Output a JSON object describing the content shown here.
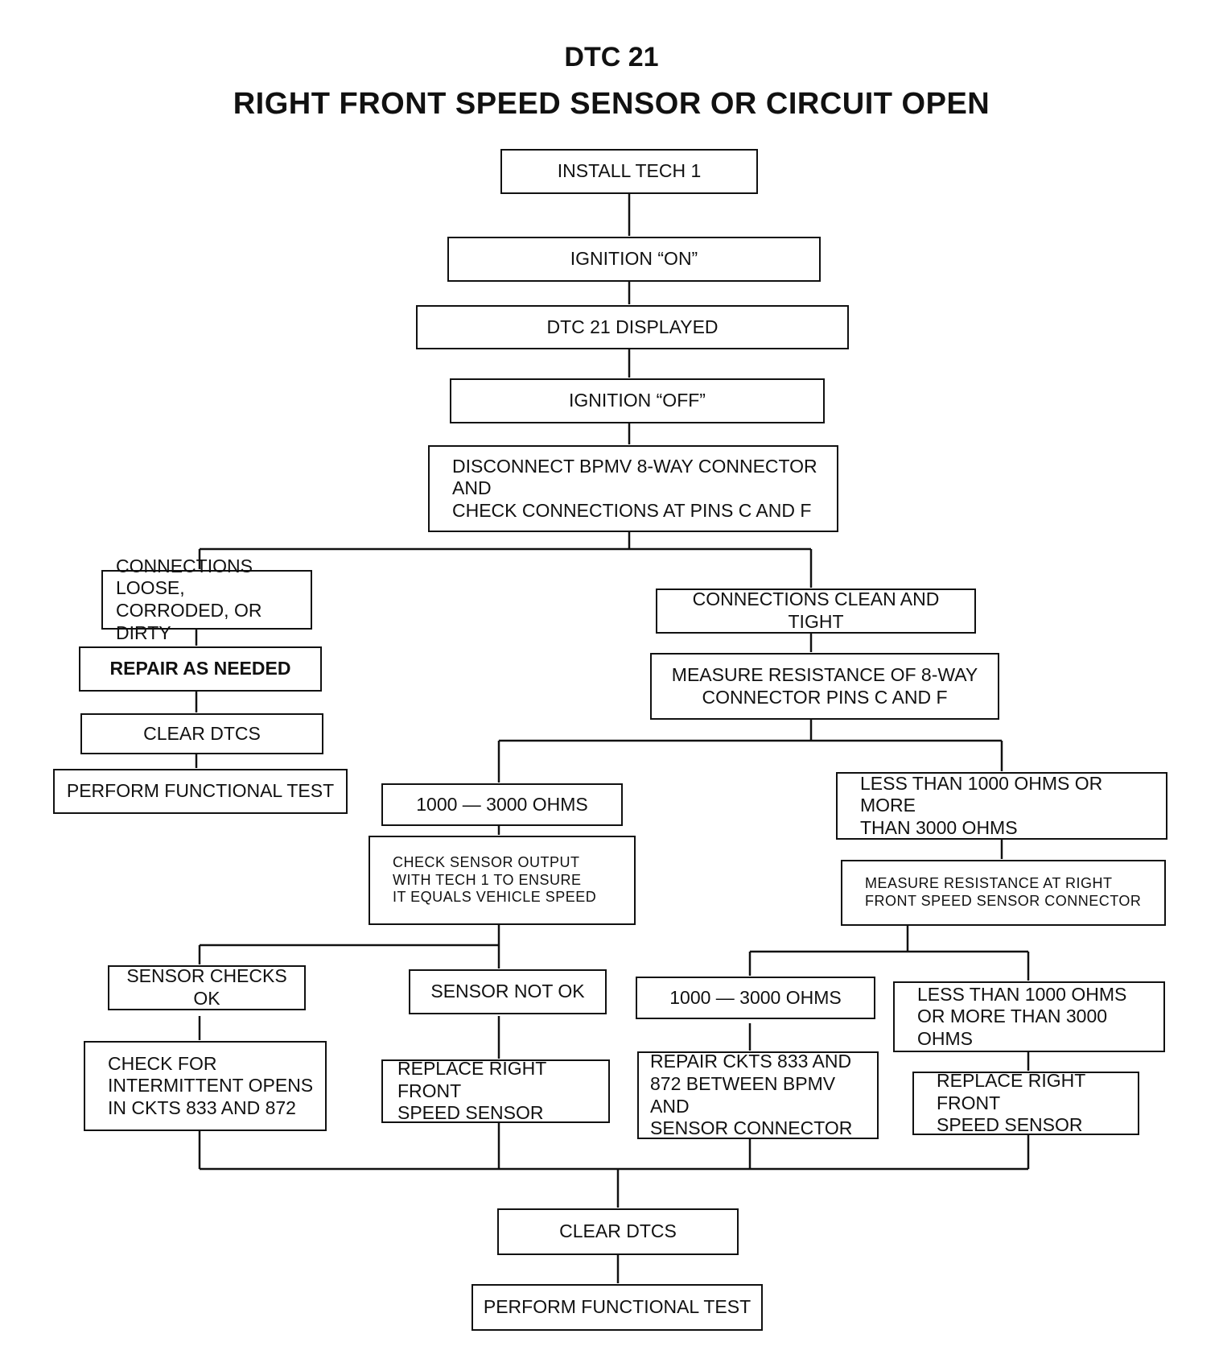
{
  "title": "DTC 21",
  "subtitle": "RIGHT FRONT SPEED SENSOR OR CIRCUIT OPEN",
  "nodes": {
    "install_tech1": "INSTALL TECH 1",
    "ignition_on": "IGNITION “ON”",
    "dtc21_displayed": "DTC 21 DISPLAYED",
    "ignition_off": "IGNITION “OFF”",
    "disconnect_bpmv": "DISCONNECT BPMV 8-WAY CONNECTOR AND\nCHECK CONNECTIONS AT PINS C AND F",
    "connections_loose": "CONNECTIONS LOOSE,\nCORRODED, OR DIRTY",
    "repair_as_needed": "REPAIR AS NEEDED",
    "clear_dtcs_left": "CLEAR DTCS",
    "perform_test_left": "PERFORM FUNCTIONAL TEST",
    "connections_clean": "CONNECTIONS CLEAN AND TIGHT",
    "measure_8way": "MEASURE RESISTANCE OF 8-WAY\nCONNECTOR PINS C AND F",
    "ohms_1000_3000_a": "1000 — 3000 OHMS",
    "less_more_a": "LESS THAN 1000 OHMS OR MORE\nTHAN 3000 OHMS",
    "check_sensor_output": "CHECK SENSOR OUTPUT\nWITH TECH 1 TO ENSURE\nIT EQUALS VEHICLE SPEED",
    "measure_rf_connector": "MEASURE RESISTANCE AT RIGHT\nFRONT SPEED SENSOR CONNECTOR",
    "sensor_checks_ok": "SENSOR CHECKS OK",
    "sensor_not_ok": "SENSOR NOT OK",
    "ohms_1000_3000_b": "1000 — 3000 OHMS",
    "less_more_b": "LESS THAN 1000 OHMS\nOR MORE THAN 3000 OHMS",
    "check_intermittent": "CHECK FOR\nINTERMITTENT OPENS\nIN CKTS 833 AND 872",
    "replace_sensor_a": "REPLACE RIGHT FRONT\nSPEED SENSOR",
    "repair_ckts": "REPAIR CKTS 833 AND\n872 BETWEEN BPMV AND\nSENSOR CONNECTOR",
    "replace_sensor_b": "REPLACE RIGHT FRONT\nSPEED SENSOR",
    "clear_dtcs_final": "CLEAR DTCS",
    "perform_test_final": "PERFORM FUNCTIONAL TEST"
  }
}
